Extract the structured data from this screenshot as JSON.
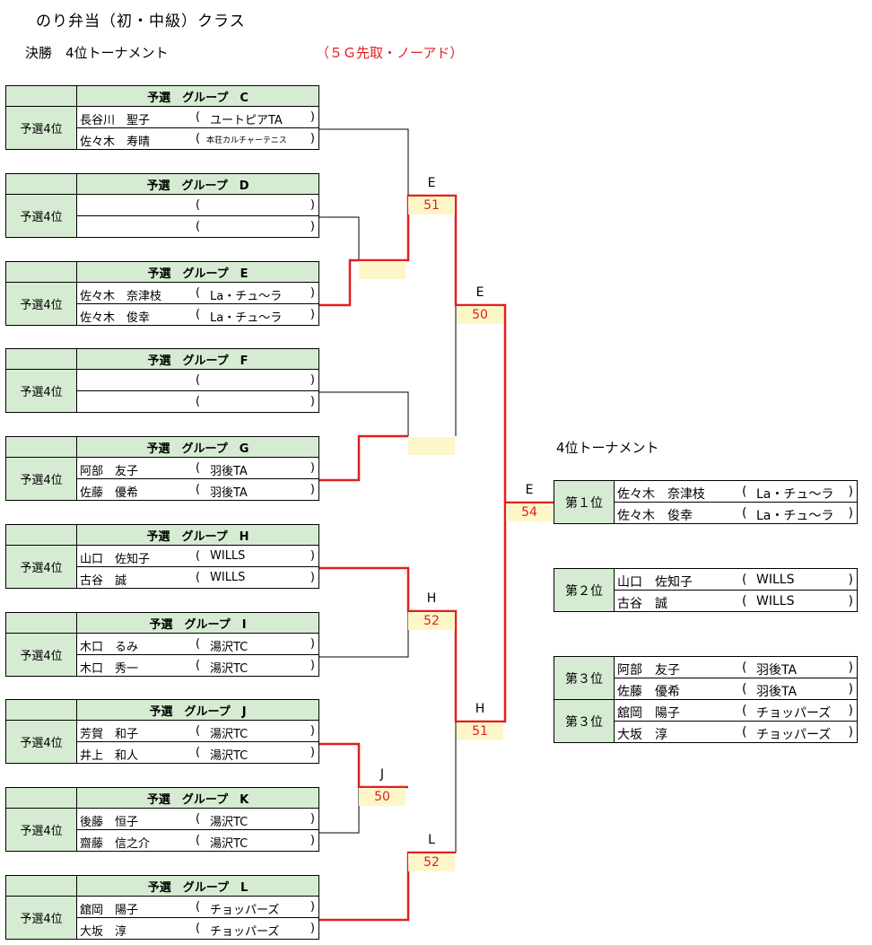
{
  "title": "のり弁当（初・中級）クラス",
  "subtitle": "決勝　4位トーナメント",
  "rule": "（５Ｇ先取・ノーアド）",
  "rank_label": "予選4位",
  "groups": [
    {
      "head": "予選　グループ　C",
      "p1": "長谷川　聖子",
      "c1": "ユートピアTA",
      "p2": "佐々木　寿晴",
      "c2": "本荘カルチャーテニス"
    },
    {
      "head": "予選　グループ　D",
      "p1": "",
      "c1": "",
      "p2": "",
      "c2": ""
    },
    {
      "head": "予選　グループ　E",
      "p1": "佐々木　奈津枝",
      "c1": "La・チュ～ラ",
      "p2": "佐々木　俊幸",
      "c2": "La・チュ～ラ"
    },
    {
      "head": "予選　グループ　F",
      "p1": "",
      "c1": "",
      "p2": "",
      "c2": ""
    },
    {
      "head": "予選　グループ　G",
      "p1": "阿部　友子",
      "c1": "羽後TA",
      "p2": "佐藤　優希",
      "c2": "羽後TA"
    },
    {
      "head": "予選　グループ　H",
      "p1": "山口　佐知子",
      "c1": "WILLS",
      "p2": "古谷　誠",
      "c2": "WILLS"
    },
    {
      "head": "予選　グループ　I",
      "p1": "木口　るみ",
      "c1": "湯沢TC",
      "p2": "木口　秀一",
      "c2": "湯沢TC"
    },
    {
      "head": "予選　グループ　J",
      "p1": "芳賀　和子",
      "c1": "湯沢TC",
      "p2": "井上　和人",
      "c2": "湯沢TC"
    },
    {
      "head": "予選　グループ　K",
      "p1": "後藤　恒子",
      "c1": "湯沢TC",
      "p2": "齋藤　信之介",
      "c2": "湯沢TC"
    },
    {
      "head": "予選　グループ　L",
      "p1": "舘岡　陽子",
      "c1": "チョッパーズ",
      "p2": "大坂　淳",
      "c2": "チョッパーズ"
    }
  ],
  "matches": [
    {
      "winner": "E",
      "score": "51"
    },
    {
      "winner": "",
      "score": ""
    },
    {
      "winner": "E",
      "score": "50"
    },
    {
      "winner": "",
      "score": ""
    },
    {
      "winner": "E",
      "score": "54"
    },
    {
      "winner": "H",
      "score": "52"
    },
    {
      "winner": "H",
      "score": "51"
    },
    {
      "winner": "J",
      "score": "50"
    },
    {
      "winner": "L",
      "score": "52"
    }
  ],
  "results": {
    "title": "4位トーナメント",
    "first": {
      "rank": "第１位",
      "p1": "佐々木　奈津枝",
      "c1": "La・チュ～ラ",
      "p2": "佐々木　俊幸",
      "c2": "La・チュ～ラ"
    },
    "second": {
      "rank": "第２位",
      "p1": "山口　佐知子",
      "c1": "WILLS",
      "p2": "古谷　誠",
      "c2": "WILLS"
    },
    "third1": {
      "rank": "第３位",
      "p1": "阿部　友子",
      "c1": "羽後TA",
      "p2": "佐藤　優希",
      "c2": "羽後TA"
    },
    "third2": {
      "rank": "第３位",
      "p1": "舘岡　陽子",
      "c1": "チョッパーズ",
      "p2": "大坂　淳",
      "c2": "チョッパーズ"
    }
  },
  "colors": {
    "header_green": "#d6ecd2",
    "score_yellow": "#fdf6c8",
    "winner_red": "#e02020"
  }
}
